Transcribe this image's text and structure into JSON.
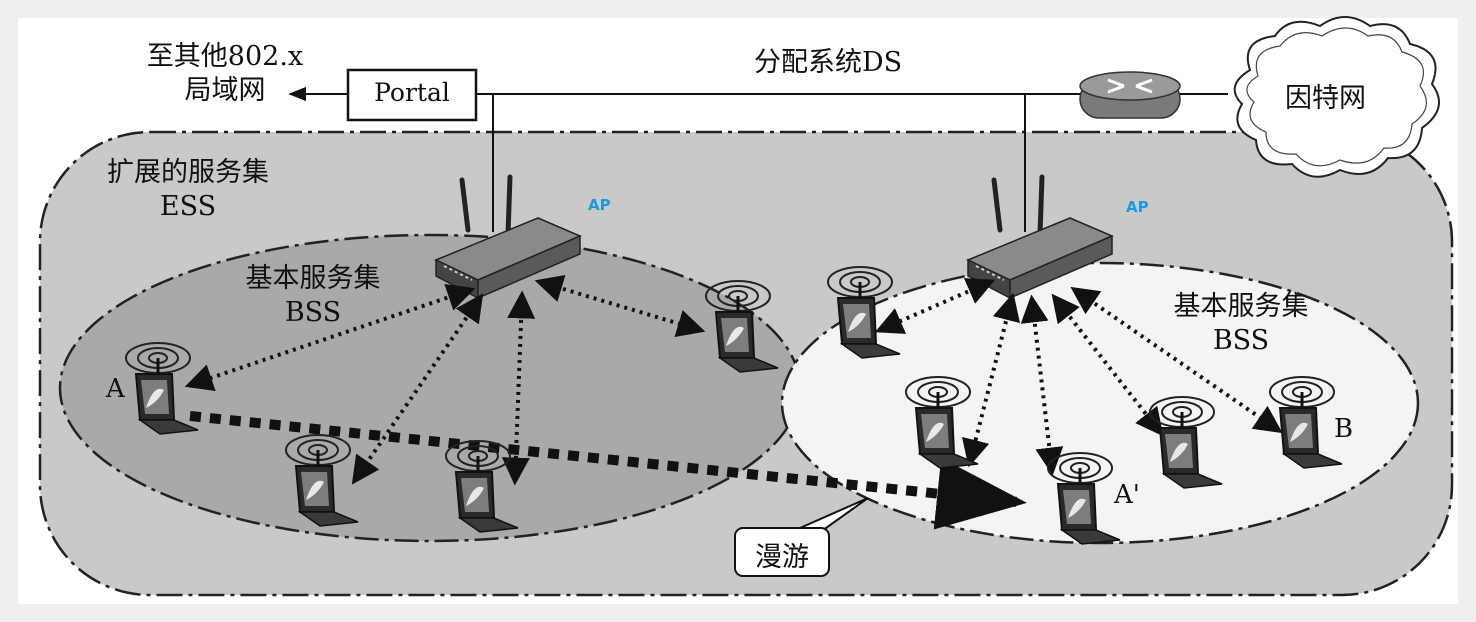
{
  "labels": {
    "other_lan_line1": "至其他802.x",
    "other_lan_line2": "局域网",
    "portal": "Portal",
    "ds": "分配系统DS",
    "internet": "因特网",
    "ess_line1": "扩展的服务集",
    "ess_line2": "ESS",
    "ap_left": "AP",
    "ap_right": "AP",
    "bss_left_line1": "基本服务集",
    "bss_left_line2": "BSS",
    "bss_right_line1": "基本服务集",
    "bss_right_line2": "BSS",
    "station_a": "A",
    "station_a_prime": "A'",
    "station_b": "B",
    "roaming": "漫游"
  },
  "colors": {
    "ess_fill": "#c9c9c9",
    "bss_left_fill": "#a9a9a9",
    "bss_right_fill": "#f4f4f4",
    "ap_label": "#1a9be0"
  },
  "icons": {
    "router": "router-icon",
    "cloud": "cloud-icon",
    "access_point": "wireless-ap-icon",
    "laptop": "laptop-icon"
  }
}
